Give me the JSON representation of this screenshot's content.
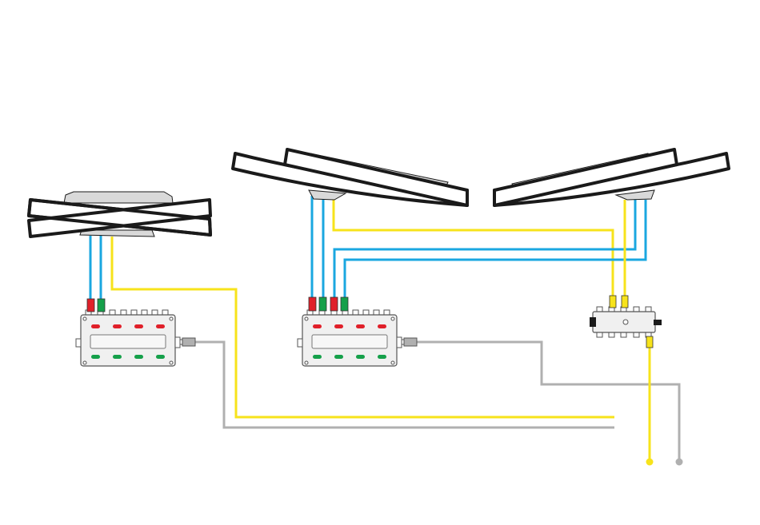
{
  "colors": {
    "background": "#ffffff",
    "track_outline": "#1a1a1a",
    "track_fill": "#ffffff",
    "motor_housing": "#d9d9d9",
    "wire_blue": "#1aa7e0",
    "wire_yellow": "#f7e31b",
    "wire_gray": "#b0b0b0",
    "plug_red": "#e0202a",
    "plug_green": "#15a04a",
    "plug_yellow": "#f7e31b",
    "button_red": "#e0202a",
    "button_green": "#15a04a",
    "box_fill": "#f0f0f0",
    "box_stroke": "#555555",
    "connector_black": "#1a1a1a"
  },
  "components": {
    "crossing_turnout": {
      "icon": "double-slip-turnout-icon"
    },
    "curved_turnout_left": {
      "icon": "curved-turnout-icon"
    },
    "curved_turnout_right": {
      "icon": "curved-turnout-icon"
    },
    "control_box_1": {
      "icon": "control-box-icon",
      "button_pairs": 4
    },
    "control_box_2": {
      "icon": "control-box-icon",
      "button_pairs": 4
    },
    "distribution_strip": {
      "icon": "distribution-strip-icon"
    },
    "terminals": [
      {
        "color_key": "wire_yellow"
      },
      {
        "color_key": "wire_gray"
      }
    ]
  }
}
